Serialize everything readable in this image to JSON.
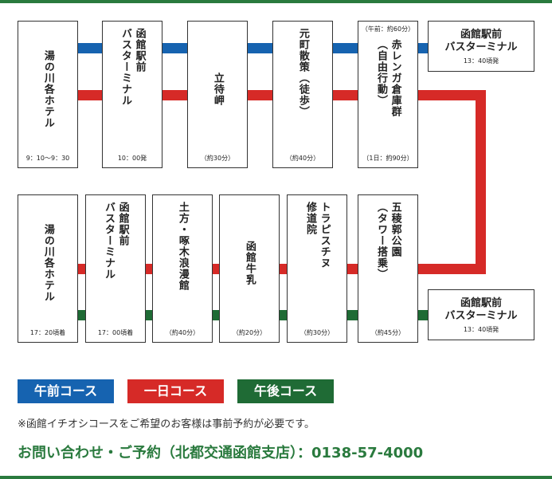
{
  "colors": {
    "am": "#1663b0",
    "day": "#d62a27",
    "pm": "#1f6b35",
    "accent": "#2a7a3e"
  },
  "row1": [
    {
      "lines": [
        "湯の川各ホテル"
      ],
      "time": "9：10～9：30"
    },
    {
      "lines": [
        "函館駅前",
        "バスターミナル"
      ],
      "time": "10：00発"
    },
    {
      "lines": [
        "立待岬"
      ],
      "time": "（約30分）"
    },
    {
      "lines": [
        "元町散策（徒歩）"
      ],
      "time": "（約40分）"
    },
    {
      "lines": [
        "赤レンガ倉庫群",
        "（自由行動）"
      ],
      "time_top": "（午前：約60分）",
      "time": "（1日：約90分）"
    }
  ],
  "terminal1": {
    "l1": "函館駅前",
    "l2": "バスターミナル",
    "time": "13：40頃発"
  },
  "row2": [
    {
      "lines": [
        "湯の川各ホテル"
      ],
      "time": "17：20頃着"
    },
    {
      "lines": [
        "函館駅前",
        "バスターミナル"
      ],
      "time": "17：00頃着"
    },
    {
      "lines": [
        "土方・啄木浪漫館"
      ],
      "time": "（約40分）"
    },
    {
      "lines": [
        "函館牛乳"
      ],
      "time": "（約20分）"
    },
    {
      "lines": [
        "トラピスチヌ",
        "修道院"
      ],
      "time": "（約30分）"
    },
    {
      "lines": [
        "五稜郭公園",
        "（タワー搭乗）"
      ],
      "time": "（約45分）"
    }
  ],
  "terminal2": {
    "l1": "函館駅前",
    "l2": "バスターミナル",
    "time": "13：40頃発"
  },
  "legend": {
    "am": "午前コース",
    "day": "一日コース",
    "pm": "午後コース"
  },
  "note": "※函館イチオシコースをご希望のお客様は事前予約が必要です。",
  "contact": "お問い合わせ・ご予約（北都交通函館支店）：0138-57-4000"
}
